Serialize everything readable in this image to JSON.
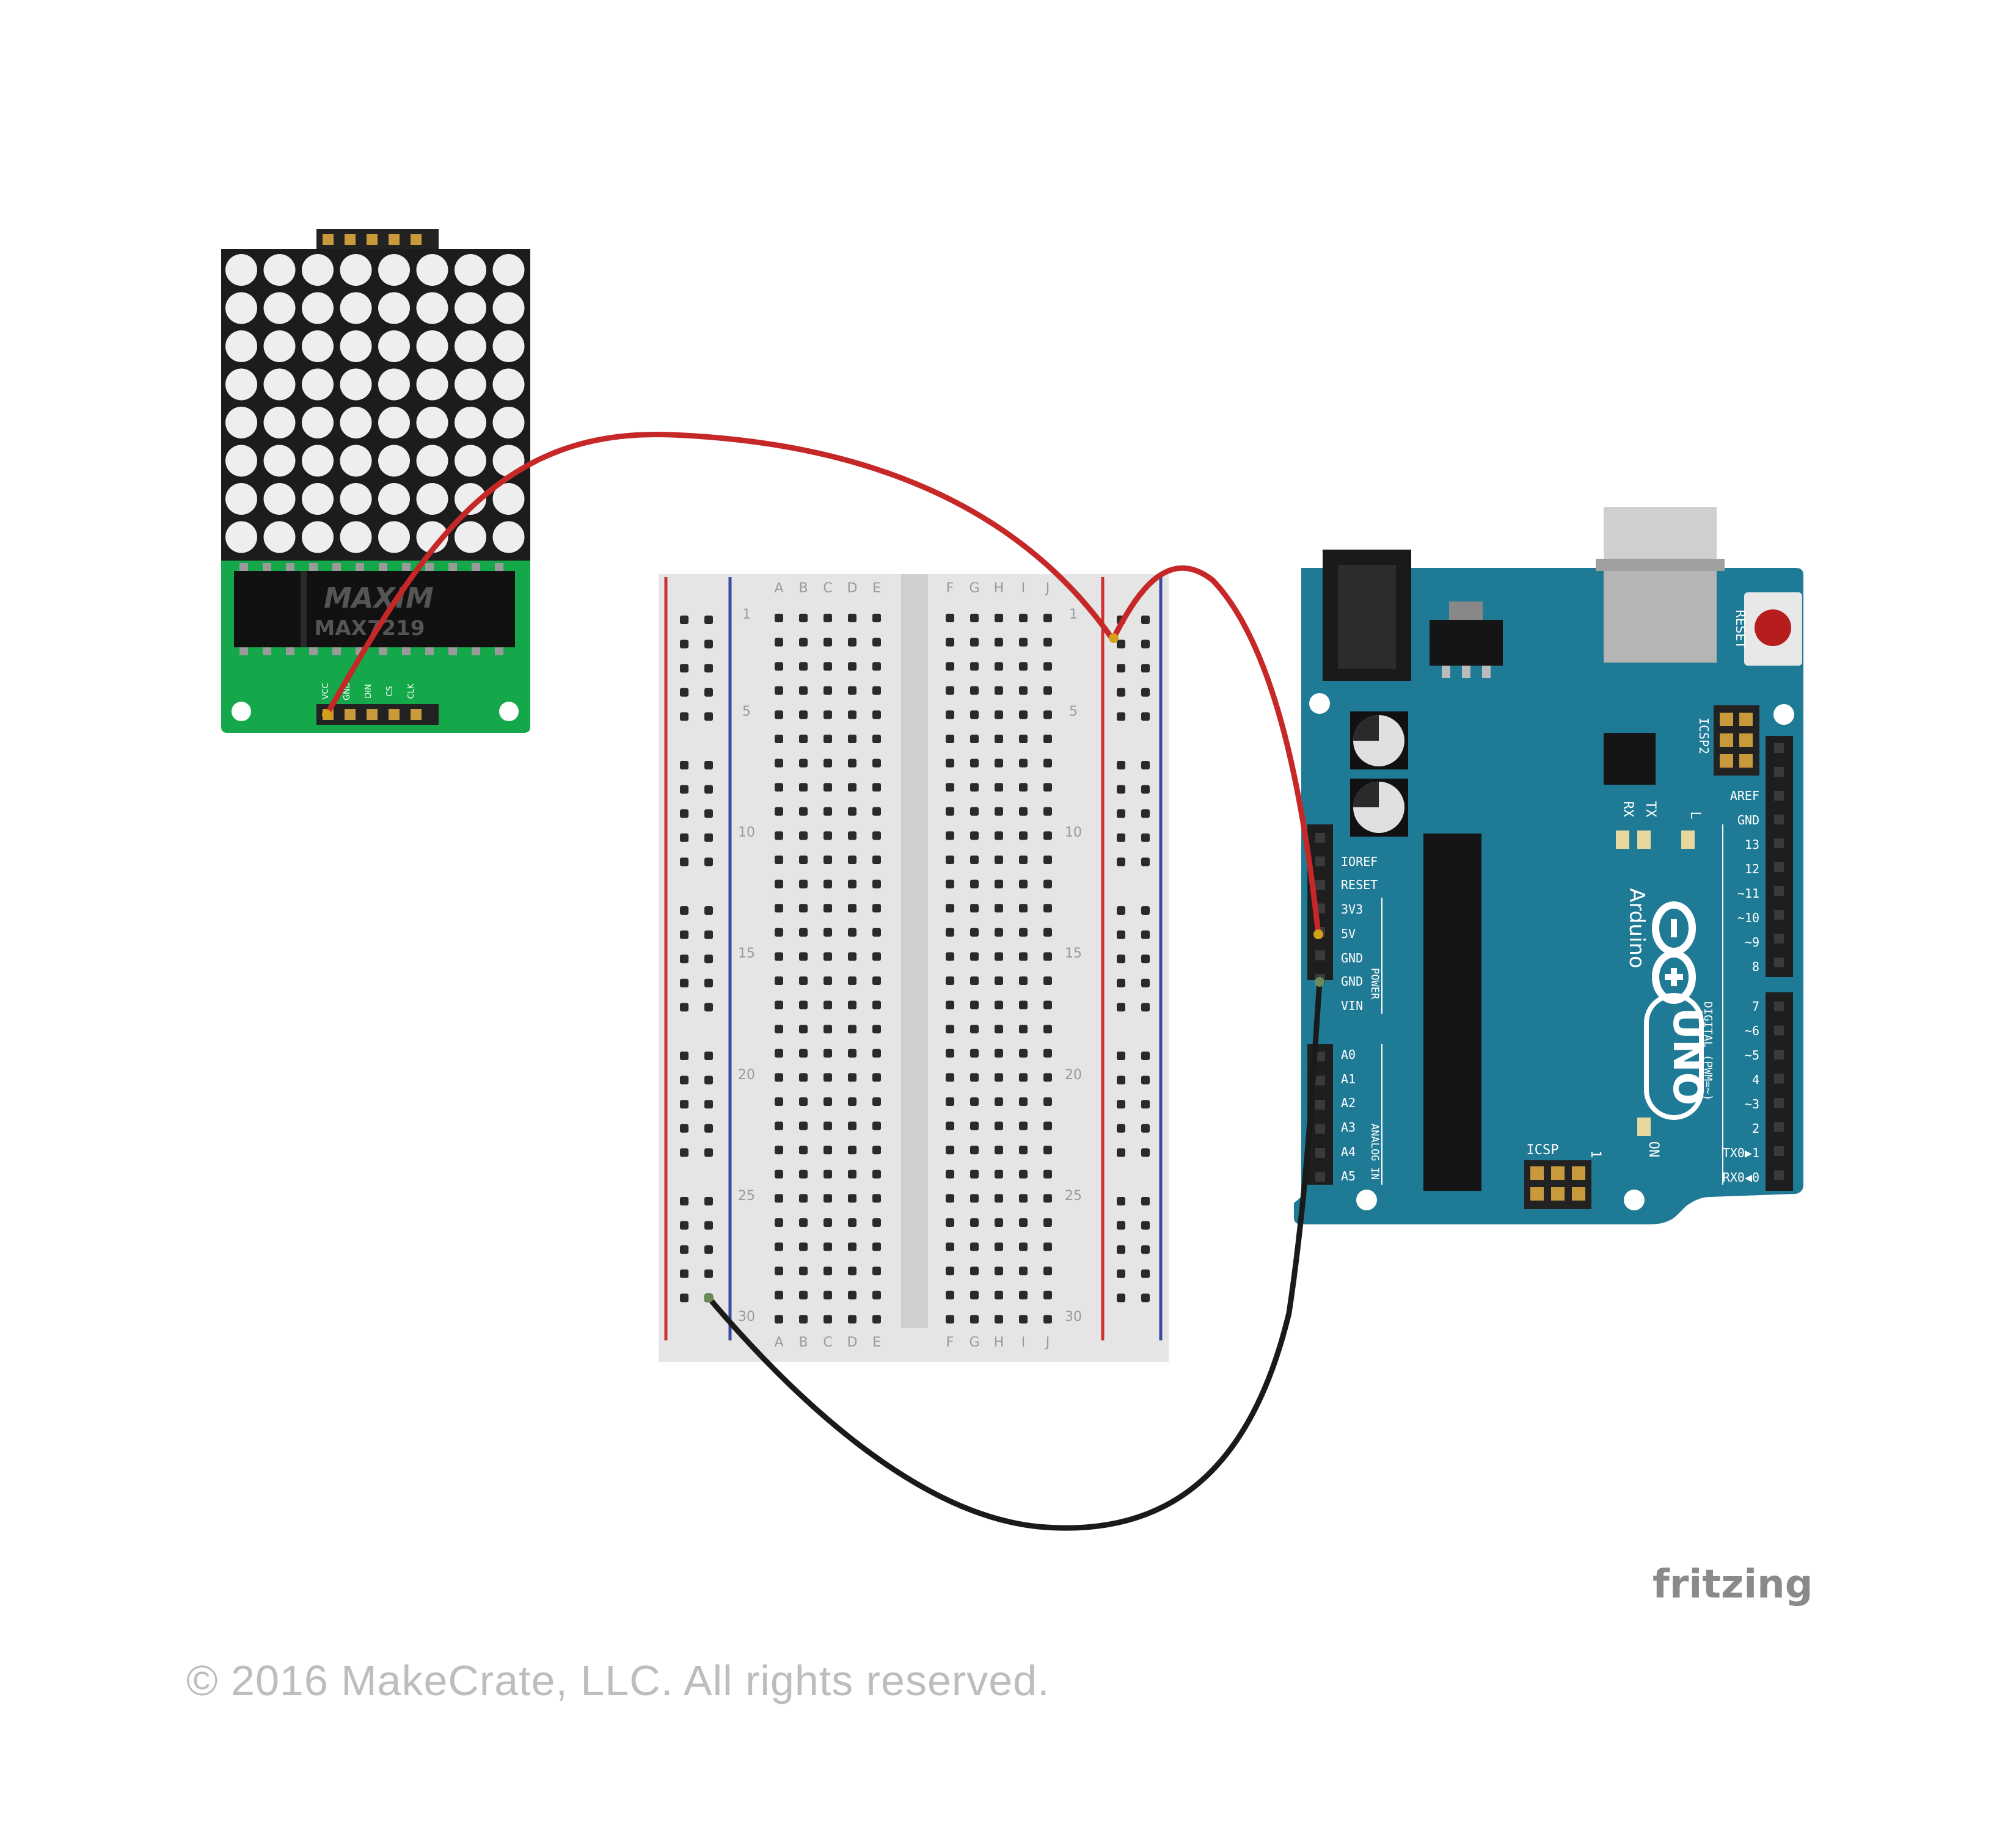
{
  "breadboard": {
    "col_letters_left": [
      "A",
      "B",
      "C",
      "D",
      "E"
    ],
    "col_letters_right": [
      "F",
      "G",
      "H",
      "I",
      "J"
    ],
    "row_numbers": [
      "1",
      "5",
      "10",
      "15",
      "20",
      "25",
      "30"
    ]
  },
  "matrix_module": {
    "chip_brand": "MAXIM",
    "chip_part": "MAX7219",
    "pin_labels": [
      "VCC",
      "GND",
      "DIN",
      "CS",
      "CLK"
    ]
  },
  "arduino": {
    "reset_label": "RESET",
    "icsp2_label": "ICSP2",
    "icsp_label": "ICSP",
    "icsp_pin1": "1",
    "led_labels": {
      "rx": "RX",
      "tx": "TX",
      "l": "L",
      "on": "ON"
    },
    "brand": "Arduino",
    "model": "UNO",
    "power_pins": [
      "IOREF",
      "RESET",
      "3V3",
      "5V",
      "GND",
      "GND",
      "VIN"
    ],
    "power_group": "POWER",
    "analog_pins": [
      "A0",
      "A1",
      "A2",
      "A3",
      "A4",
      "A5"
    ],
    "analog_group": "ANALOG IN",
    "digital_pins_top": [
      "AREF",
      "GND",
      "13",
      "12",
      "~11",
      "~10",
      "~9",
      "8"
    ],
    "digital_pins_bottom": [
      "7",
      "~6",
      "~5",
      "4",
      "~3",
      "2",
      "TX0▶1",
      "RX0◀0"
    ],
    "digital_group": "DIGITAL (PWM=~)"
  },
  "wires": [
    {
      "name": "red-wire-matrix-to-breadboard",
      "color": "#c62828"
    },
    {
      "name": "red-wire-breadboard-to-5v",
      "color": "#c62828"
    },
    {
      "name": "black-wire-breadboard-to-gnd",
      "color": "#1a1a1a"
    }
  ],
  "colors": {
    "arduino_board": "#1f7a96",
    "matrix_pcb": "#14a84a",
    "rail_red": "#d03030",
    "rail_blue": "#3a4aa0"
  },
  "watermark": "fritzing",
  "footer": "© 2016 MakeCrate, LLC.  All rights reserved."
}
